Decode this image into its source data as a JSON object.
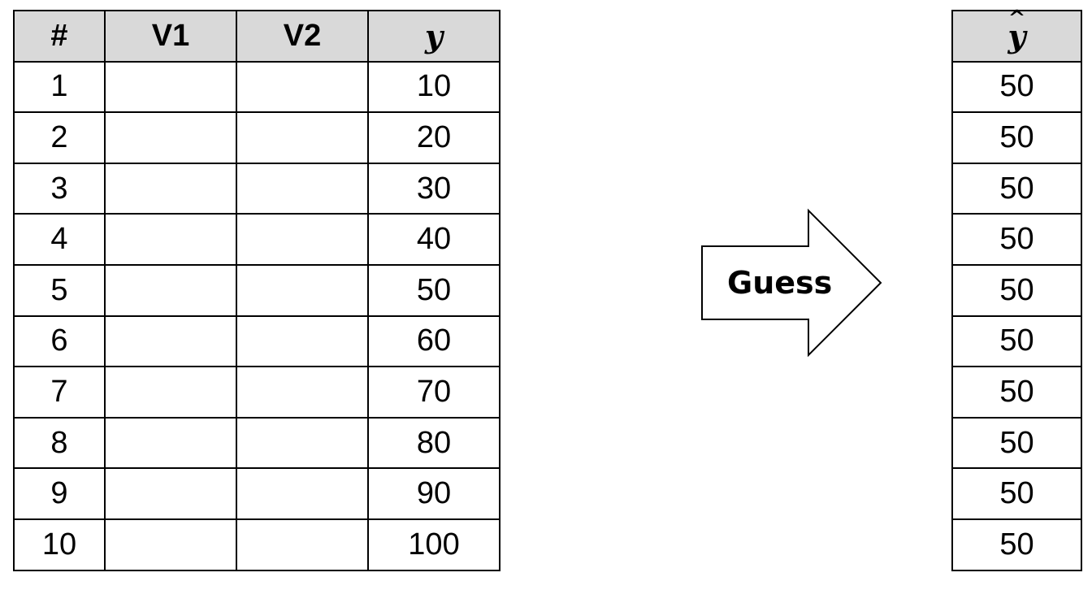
{
  "data_table": {
    "headers": [
      "#",
      "V1",
      "V2",
      "y"
    ],
    "rows": [
      {
        "index": "1",
        "v1": "",
        "v2": "",
        "y": "10"
      },
      {
        "index": "2",
        "v1": "",
        "v2": "",
        "y": "20"
      },
      {
        "index": "3",
        "v1": "",
        "v2": "",
        "y": "30"
      },
      {
        "index": "4",
        "v1": "",
        "v2": "",
        "y": "40"
      },
      {
        "index": "5",
        "v1": "",
        "v2": "",
        "y": "50"
      },
      {
        "index": "6",
        "v1": "",
        "v2": "",
        "y": "60"
      },
      {
        "index": "7",
        "v1": "",
        "v2": "",
        "y": "70"
      },
      {
        "index": "8",
        "v1": "",
        "v2": "",
        "y": "80"
      },
      {
        "index": "9",
        "v1": "",
        "v2": "",
        "y": "90"
      },
      {
        "index": "10",
        "v1": "",
        "v2": "",
        "y": "100"
      }
    ]
  },
  "arrow": {
    "label": "Guess"
  },
  "prediction_table": {
    "header": "y",
    "header_hat": "^",
    "values": [
      "50",
      "50",
      "50",
      "50",
      "50",
      "50",
      "50",
      "50",
      "50",
      "50"
    ]
  },
  "colors": {
    "header_fill": "#d9d9d9",
    "border": "#000000",
    "background": "#ffffff"
  }
}
